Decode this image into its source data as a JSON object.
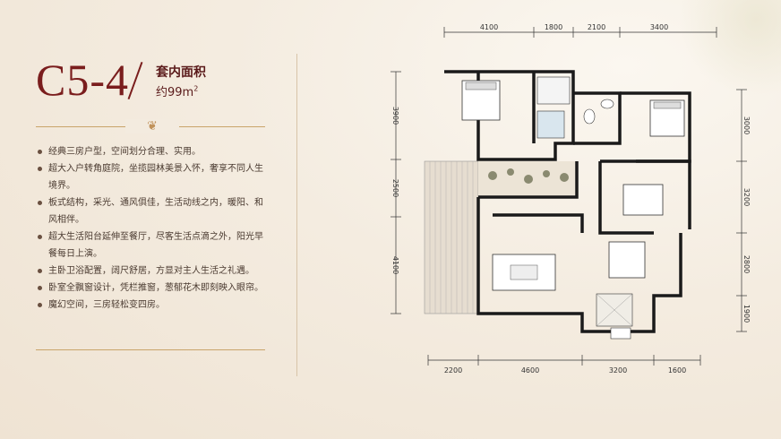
{
  "model_code": "C5-4",
  "area": {
    "label": "套内面积",
    "value": "约99m",
    "unit_sup": "2"
  },
  "features": [
    "经典三房户型，空间划分合理、实用。",
    "超大入户转角庭院，坐揽园林美景入怀，奢享不同人生境界。",
    "板式结构，采光、通风俱佳，生活动线之内，暖阳、和风相伴。",
    "超大生活阳台延伸至餐厅，尽客生活点滴之外，阳光早餐每日上演。",
    "主卧卫浴配置，阔尺舒居，方显对主人生活之礼遇。",
    "卧室全飘窗设计，凭栏推窗，葱郁花木即刻映入眼帘。",
    "魔幻空间，三房轻松变四房。"
  ],
  "dimensions": {
    "top": [
      "4100",
      "1800",
      "2100",
      "3400"
    ],
    "bottom": [
      "2200",
      "4600",
      "3200",
      "1600"
    ],
    "left": [
      "3900",
      "2500",
      "4100"
    ],
    "right": [
      "3000",
      "3200",
      "2800",
      "1900"
    ]
  },
  "colors": {
    "accent": "#7a1d1d",
    "gold": "#c9a46a",
    "wall": "#1a1a1a"
  }
}
